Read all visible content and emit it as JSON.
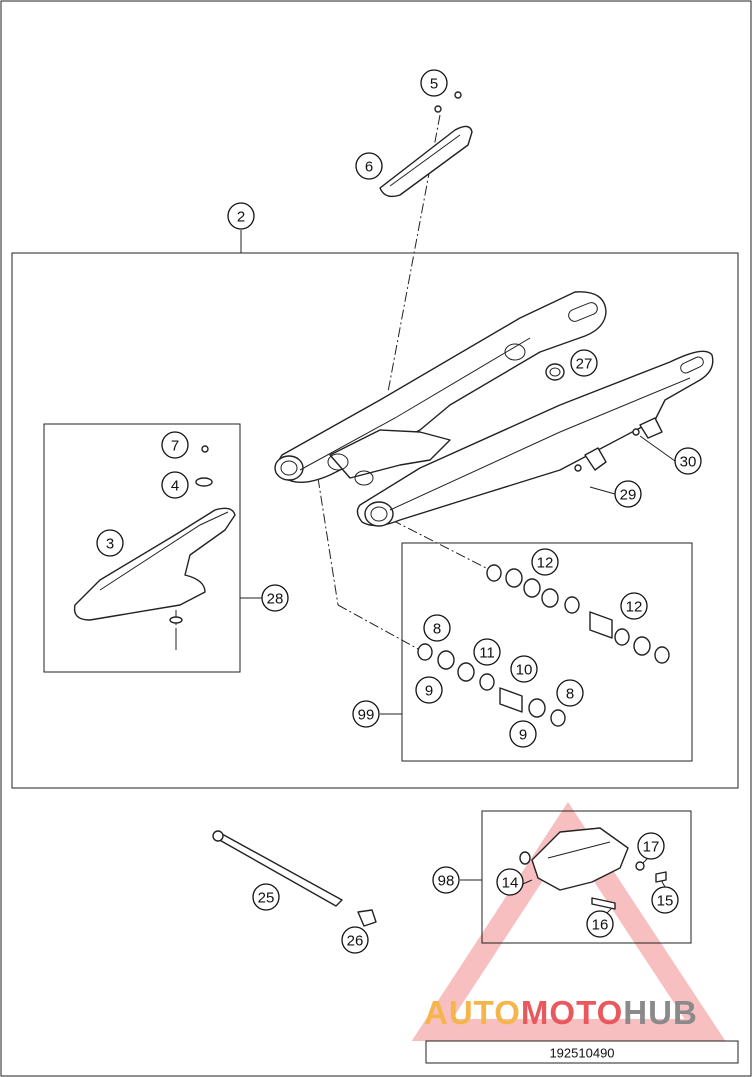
{
  "callouts": {
    "c2": "2",
    "c3": "3",
    "c4": "4",
    "c5": "5",
    "c6": "6",
    "c7": "7",
    "c8a": "8",
    "c8b": "8",
    "c9a": "9",
    "c9b": "9",
    "c10": "10",
    "c11": "11",
    "c12a": "12",
    "c12b": "12",
    "c14": "14",
    "c15": "15",
    "c16": "16",
    "c17": "17",
    "c25": "25",
    "c26": "26",
    "c27": "27",
    "c28": "28",
    "c29": "29",
    "c30": "30",
    "c98": "98",
    "c99": "99"
  },
  "watermark": {
    "part1": "AUTO",
    "part2": "MOTO",
    "part3": "HUB"
  },
  "document_number": "192510490",
  "colors": {
    "watermark_orange": "#f5b54a",
    "watermark_red": "#e8585c",
    "watermark_gray": "#8a8a8a",
    "watermark_triangle": "#f08a8a",
    "line": "#222222"
  }
}
